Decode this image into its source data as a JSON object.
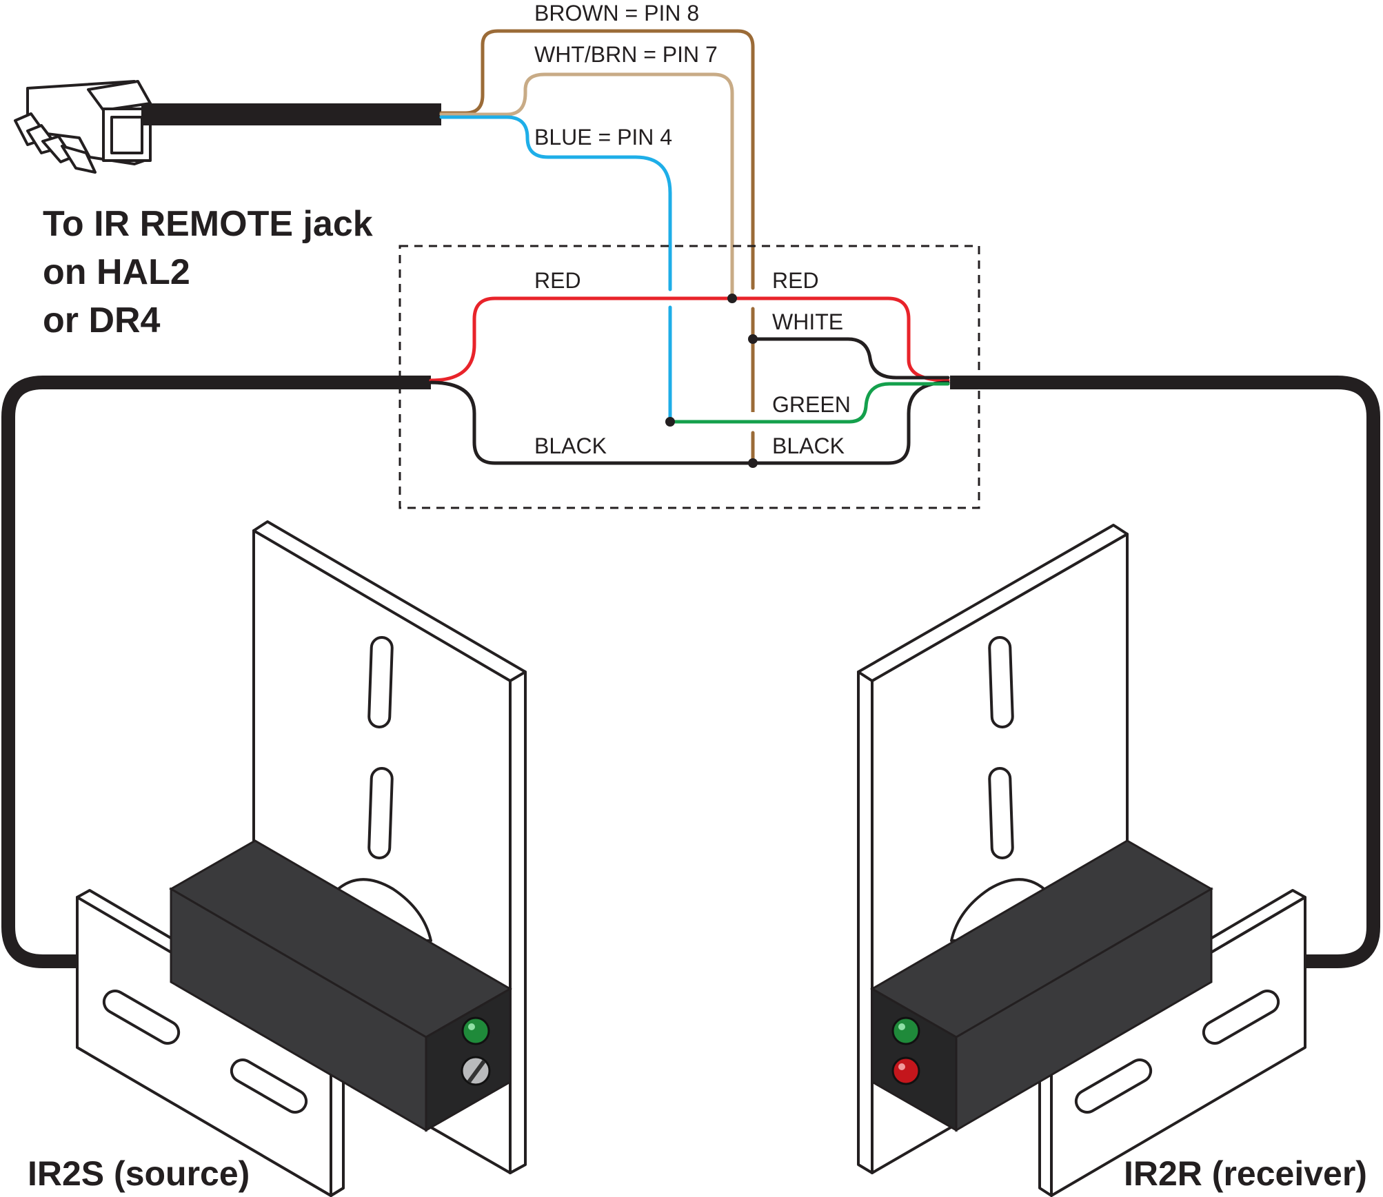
{
  "labels": {
    "brown_pin": "BROWN = PIN 8",
    "wht_brn_pin": "WHT/BRN = PIN 7",
    "blue_pin": "BLUE = PIN 4",
    "red_left": "RED",
    "red_right": "RED",
    "white": "WHITE",
    "green": "GREEN",
    "black_left": "BLACK",
    "black_right": "BLACK"
  },
  "destination": {
    "line1": "To IR REMOTE jack",
    "line2": "on HAL2",
    "line3": "or DR4"
  },
  "devices": {
    "source": "IR2S (source)",
    "receiver": "IR2R (receiver)"
  },
  "colors": {
    "brown": "#9b6b37",
    "wht_brn": "#c8ab86",
    "blue": "#1eaee8",
    "red": "#e8232a",
    "white_wire": "#231f20",
    "green": "#14a04c",
    "black": "#231f20",
    "led_green": "#1f8a3a",
    "led_red": "#c4161c",
    "sensor_body": "#3a3a3c"
  }
}
